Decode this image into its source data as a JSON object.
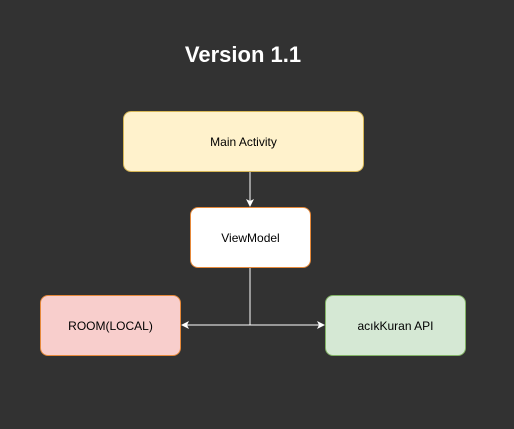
{
  "title": "Version 1.1",
  "nodes": {
    "main_activity": {
      "label": "Main Activity",
      "fill": "#fff2cc",
      "stroke": "#d6b656"
    },
    "viewmodel": {
      "label": "ViewModel",
      "fill": "#ffffff",
      "stroke": "#e6893a"
    },
    "room_local": {
      "label": "ROOM(LOCAL)",
      "fill": "#f8cecc",
      "stroke": "#e6893a"
    },
    "acikkuran_api": {
      "label": "acıkKuran API",
      "fill": "#d5e8d4",
      "stroke": "#82b366"
    }
  },
  "edge_color": "#ffffff",
  "background": "#323232"
}
